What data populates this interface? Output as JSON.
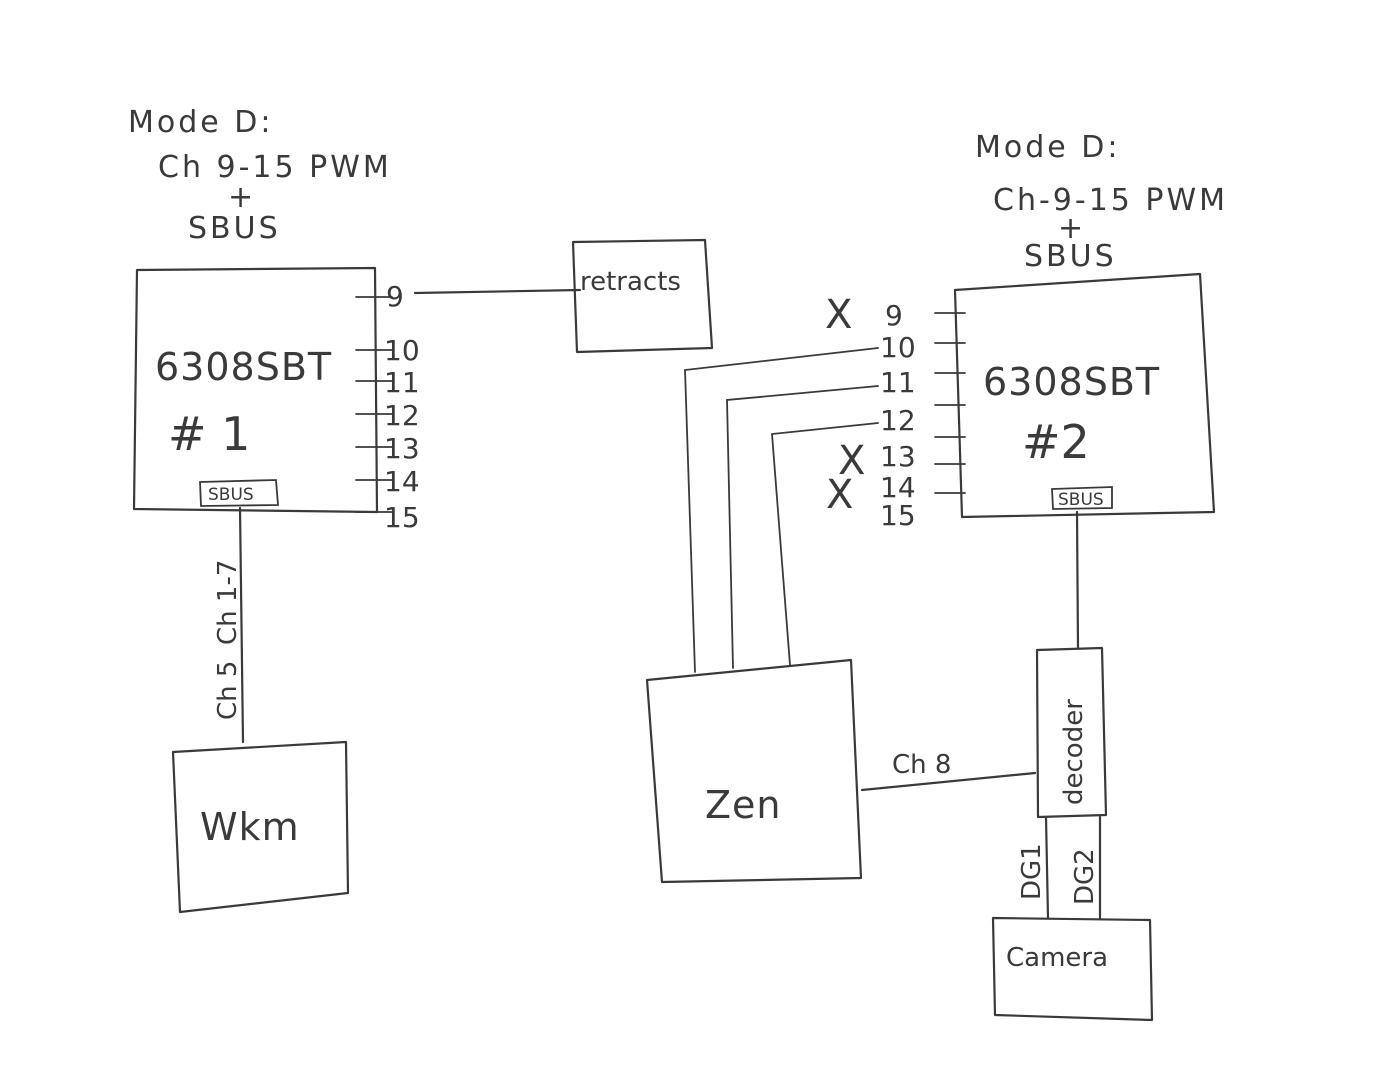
{
  "left_receiver": {
    "mode_line1": "Mode D:",
    "mode_line2": "Ch 9-15 PWM",
    "mode_line3": "+",
    "mode_line4": "SBUS",
    "model": "6308SBT",
    "number": "# 1",
    "sbus_port": "SBUS",
    "pins": [
      "9",
      "10",
      "11",
      "12",
      "13",
      "14",
      "15"
    ]
  },
  "right_receiver": {
    "mode_line1": "Mode D:",
    "mode_line2": "Ch-9-15 PWM",
    "mode_line3": "+",
    "mode_line4": "SBUS",
    "model": "6308SBT",
    "number": "#2",
    "sbus_port": "SBUS",
    "pins": [
      "9",
      "10",
      "11",
      "12",
      "13",
      "14",
      "15"
    ],
    "unused_marks": [
      "X",
      "X",
      "X"
    ]
  },
  "blocks": {
    "retracts": "retracts",
    "wkm": "Wkm",
    "zen": "Zen",
    "decoder": "decoder",
    "camera": "Camera"
  },
  "wire_labels": {
    "ch1_7": "Ch 1-7",
    "ch5": "Ch 5",
    "ch8": "Ch 8",
    "dg1": "DG1",
    "dg2": "DG2"
  }
}
